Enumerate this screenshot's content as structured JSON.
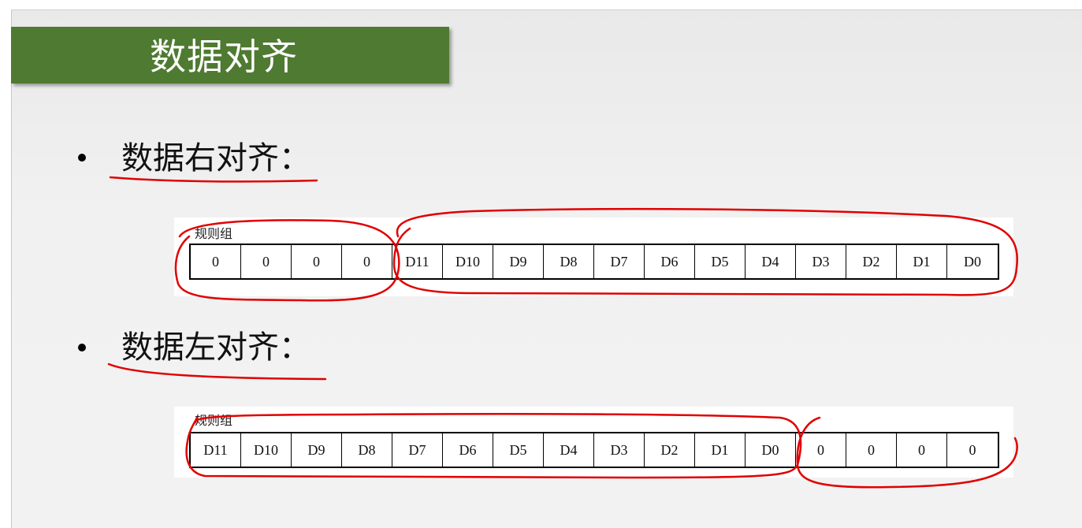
{
  "title": "数据对齐",
  "sections": [
    {
      "heading": "数据右对齐：",
      "panel_label": "规则组",
      "cells": [
        "0",
        "0",
        "0",
        "0",
        "D11",
        "D10",
        "D9",
        "D8",
        "D7",
        "D6",
        "D5",
        "D4",
        "D3",
        "D2",
        "D1",
        "D0"
      ]
    },
    {
      "heading": "数据左对齐：",
      "panel_label": "规则组",
      "cells": [
        "D11",
        "D10",
        "D9",
        "D8",
        "D7",
        "D6",
        "D5",
        "D4",
        "D3",
        "D2",
        "D1",
        "D0",
        "0",
        "0",
        "0",
        "0"
      ]
    }
  ],
  "colors": {
    "title_bar": "#4f7a31",
    "annotation": "#e00000"
  }
}
